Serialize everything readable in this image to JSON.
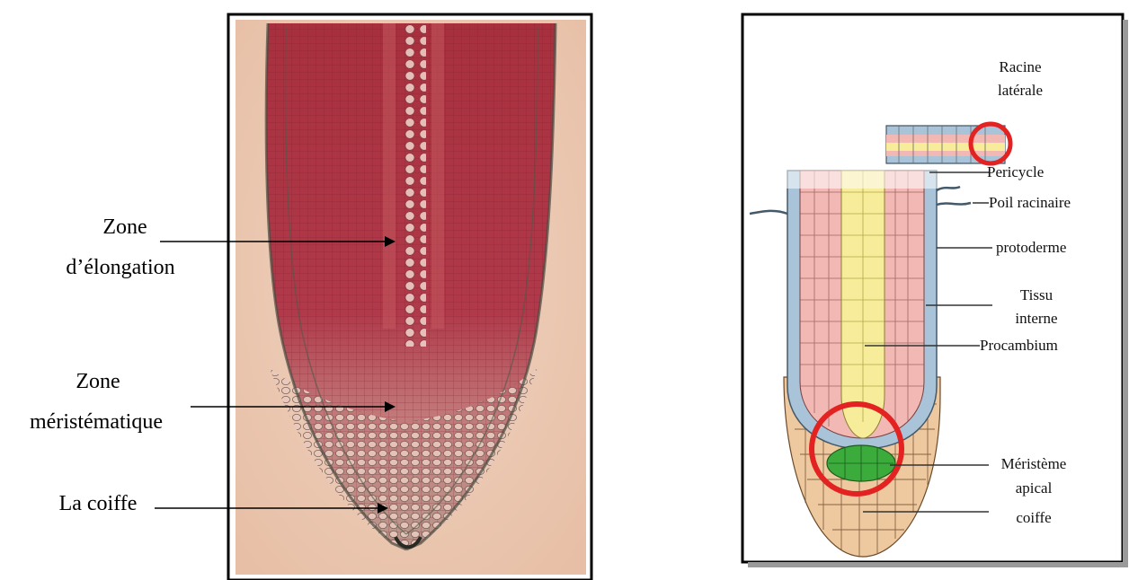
{
  "left_panel": {
    "labels": {
      "elongation_line1": "Zone",
      "elongation_line2": "d’élongation",
      "meristem_line1": "Zone",
      "meristem_line2": "méristématique",
      "cap": "La coiffe"
    }
  },
  "right_panel": {
    "labels": {
      "lateral_root_line1": "Racine",
      "lateral_root_line2": "latérale",
      "pericycle": "Pericycle",
      "root_hair": "Poil racinaire",
      "protoderm": "protoderme",
      "internal_tissue_line1": "Tissu",
      "internal_tissue_line2": "interne",
      "procambium": "Procambium",
      "apical_meristem_line1": "Méristème",
      "apical_meristem_line2": "apical",
      "cap": "coiffe"
    },
    "colors": {
      "protoderm": "#a9c4d8",
      "internal_tissue": "#f2b8b4",
      "procambium": "#f6ec9a",
      "meristem": "#3bab3b",
      "cap": "#eec9a0",
      "highlight_circle": "#e32222"
    }
  }
}
